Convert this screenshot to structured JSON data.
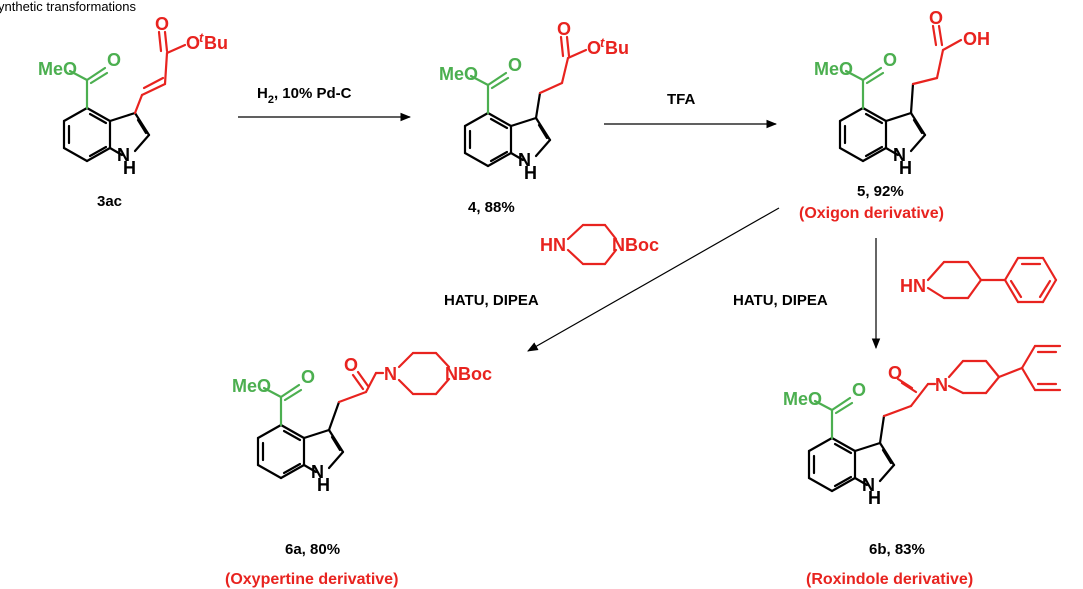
{
  "caption": "ynthetic transformations",
  "colors": {
    "ester": "#4caf50",
    "reagent": "#e8231f",
    "bond": "#000000"
  },
  "atoms": {
    "meo": "MeO",
    "o": "O",
    "h": "H",
    "n": "N",
    "hn": "HN",
    "nboc": "NBoc",
    "oh": "OH",
    "otbu_o": "O",
    "otbu_t": "t",
    "otbu_bu": "Bu"
  },
  "steps": {
    "hydrogenation": {
      "h2_h": "H",
      "h2_sub": "2",
      "rest": ", 10% Pd-C"
    },
    "deprotection": "TFA",
    "coupling_a": "HATU, DIPEA",
    "coupling_b": "HATU, DIPEA"
  },
  "compounds": {
    "c3ac": {
      "label": "3ac"
    },
    "c4": {
      "label": "4, 88%"
    },
    "c5": {
      "label": "5, 92%",
      "note": "(Oxigon derivative)"
    },
    "c6a": {
      "label": "6a, 80%",
      "note": "(Oxypertine derivative)"
    },
    "c6b": {
      "label": "6b, 83%",
      "note": "(Roxindole derivative)"
    }
  }
}
